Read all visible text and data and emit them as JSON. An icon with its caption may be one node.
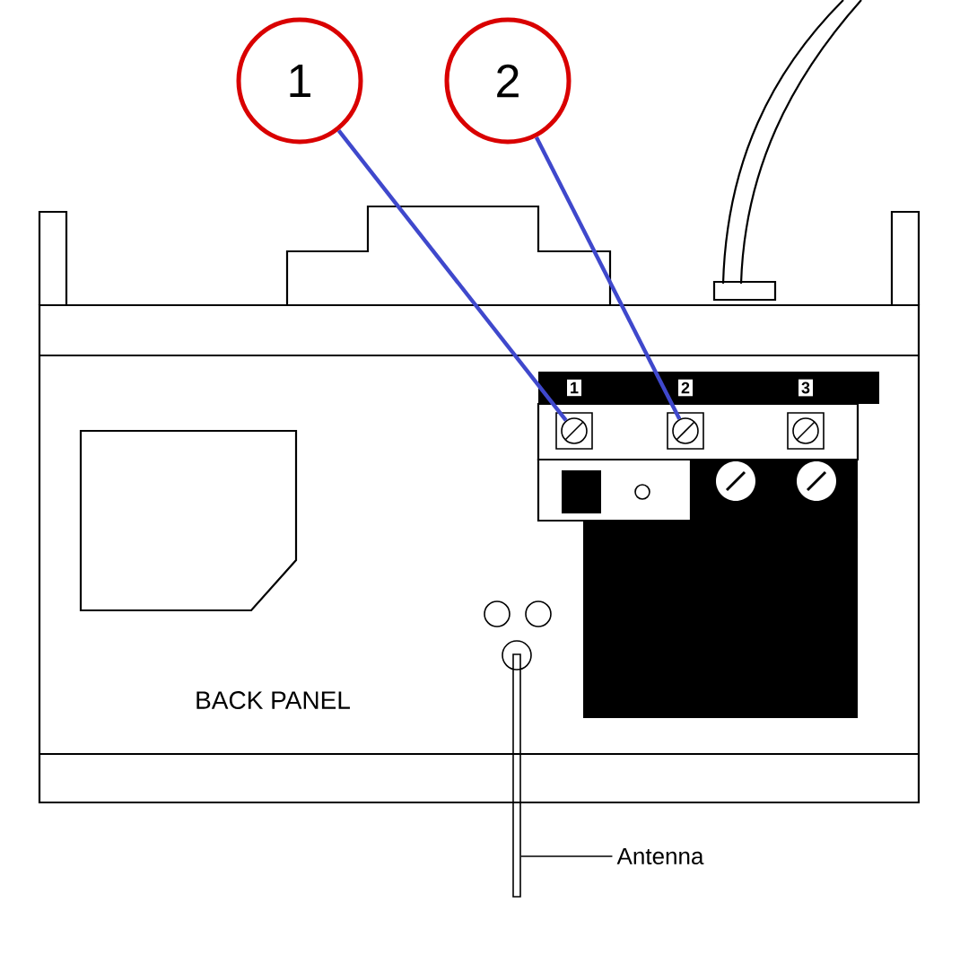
{
  "diagram": {
    "nodes": [
      {
        "text": [
          "1"
        ]
      },
      {
        "text": [
          "2"
        ]
      },
      {
        "text": [],
        "shape": "circle"
      },
      {
        "text": [],
        "shape": "circle"
      },
      {
        "text": [
          "Antenna"
        ]
      },
      {
        "text": [],
        "shape": "bar"
      }
    ],
    "edges": [
      {
        "from": 0,
        "to": 2,
        "arrow": "none",
        "color": "#3f48cc"
      },
      {
        "from": 1,
        "to": 3,
        "arrow": "none",
        "color": "#3f48cc"
      },
      {
        "from": 4,
        "to": 5,
        "arrow": "none",
        "color": "#000000"
      }
    ],
    "labels": [
      "1",
      "2",
      "3",
      "BACK PANEL"
    ]
  }
}
